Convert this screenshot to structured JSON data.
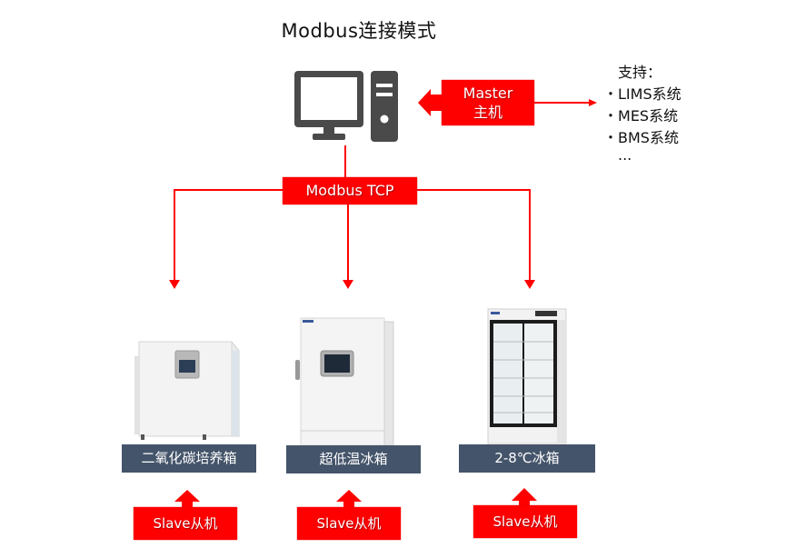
{
  "title": "Modbus连接模式",
  "master": {
    "line1": "Master",
    "line2": "主机"
  },
  "protocol": "Modbus TCP",
  "support": {
    "title": "支持：",
    "items": [
      "LIMS系统",
      "MES系统",
      "BMS系统"
    ],
    "more": "..."
  },
  "devices": [
    {
      "label": "二氧化碳培养箱",
      "role": "Slave从机",
      "icon": "incubator-icon"
    },
    {
      "label": "超低温冰箱",
      "role": "Slave从机",
      "icon": "ultra-low-freezer-icon"
    },
    {
      "label": "2-8℃冰箱",
      "role": "Slave从机",
      "icon": "pharmacy-refrigerator-icon"
    }
  ],
  "colors": {
    "accent": "#ff0000",
    "label_bg": "#44546a",
    "computer": "#4a4a4a"
  }
}
